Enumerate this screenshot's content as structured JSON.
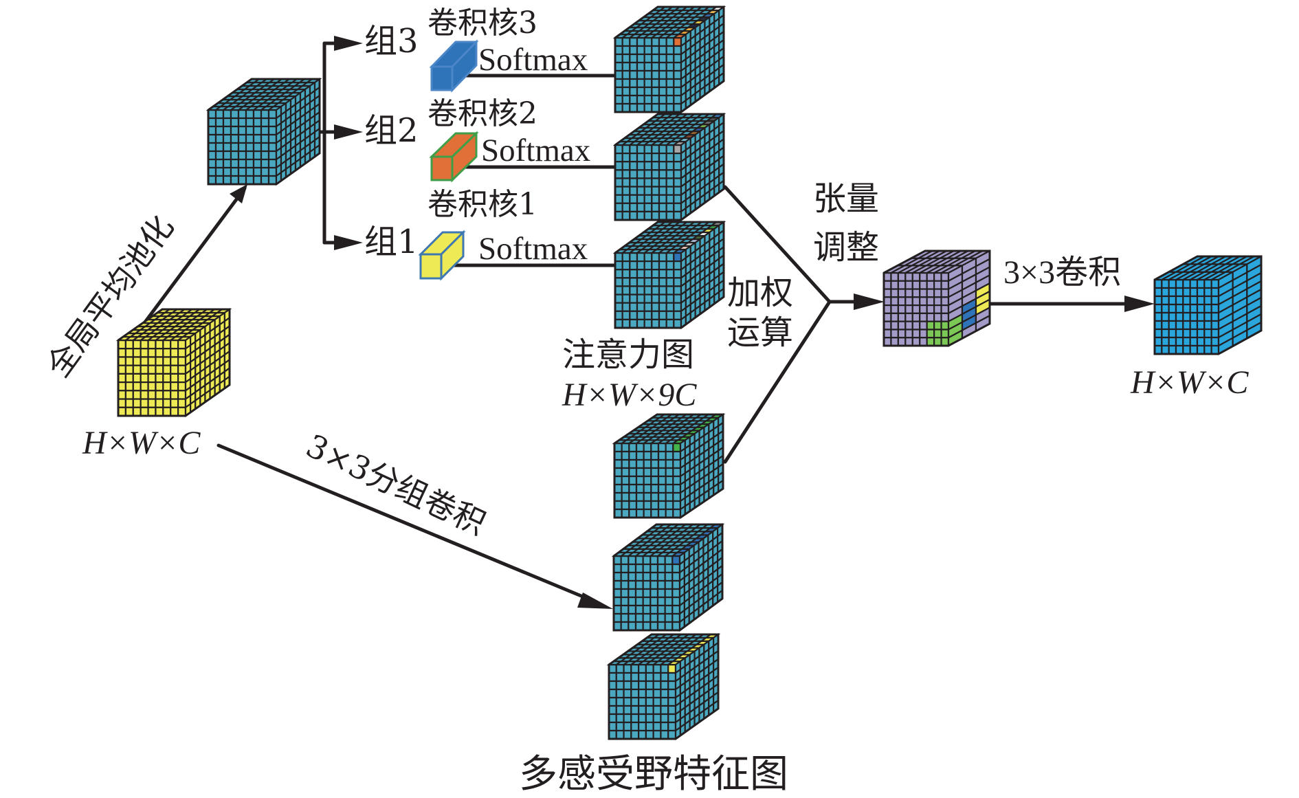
{
  "figure": {
    "input_label": "H×W×C",
    "gap_label": "全局平均池化",
    "group_conv_label": "3×3分组卷积",
    "groups": [
      {
        "label": "组3",
        "kernel_label": "卷积核3",
        "softmax_label": "Softmax",
        "kernel_color": "#2f73b8",
        "kernel_edge": "#4a86c8"
      },
      {
        "label": "组2",
        "kernel_label": "卷积核2",
        "softmax_label": "Softmax",
        "kernel_color": "#e07038",
        "kernel_edge": "#3f9e48"
      },
      {
        "label": "组1",
        "kernel_label": "卷积核1",
        "softmax_label": "Softmax",
        "kernel_color": "#eeea55",
        "kernel_edge": "#3f78b0"
      }
    ],
    "attention_label": "注意力图",
    "attention_dims": "H×W×9C",
    "weighted_label_line1": "加权",
    "weighted_label_line2": "运算",
    "reshape_label_line1": "张量",
    "reshape_label_line2": "调整",
    "conv_out_label": "3×3卷积",
    "output_label": "H×W×C",
    "multi_rf_label": "多感受野特征图"
  },
  "colors": {
    "input_cube": "#eeea55",
    "teal_cube": "#4aa8c0",
    "reshape_cube": "#a49cc8",
    "output_cube": "#2aa6dc",
    "grid_line": "#231f20",
    "highlight_green": "#44b54a",
    "highlight_blue": "#2f73b8",
    "highlight_yellow": "#eeea55",
    "reshape_green": "#7cc856",
    "reshape_blue": "#2f73b8",
    "reshape_yellow": "#eeea55"
  },
  "attention_highlights": {
    "map3": [
      "#e07038",
      "#f0a838",
      "#f5b840",
      "#202848",
      "#eed048",
      "#283040",
      "#3a6cb0",
      "#f4c058",
      "#ffffff",
      "#a0a0a0"
    ],
    "map2": [
      "#a8a8a8",
      "#7cc4d8",
      "#8a4a30",
      "#a06a30",
      "#2f5aa0",
      "#7cb850",
      "#707070",
      "#555555",
      "#3a7cc0",
      "#c8e0a0"
    ],
    "map1": [
      "#2f73b8",
      "#f4d0c0",
      "#d0d0d0",
      "#b8c0e0",
      "#4a6a38",
      "#ffffff",
      "#eeea55",
      "#3aa048",
      "#888888",
      "#4aa8c0"
    ]
  }
}
